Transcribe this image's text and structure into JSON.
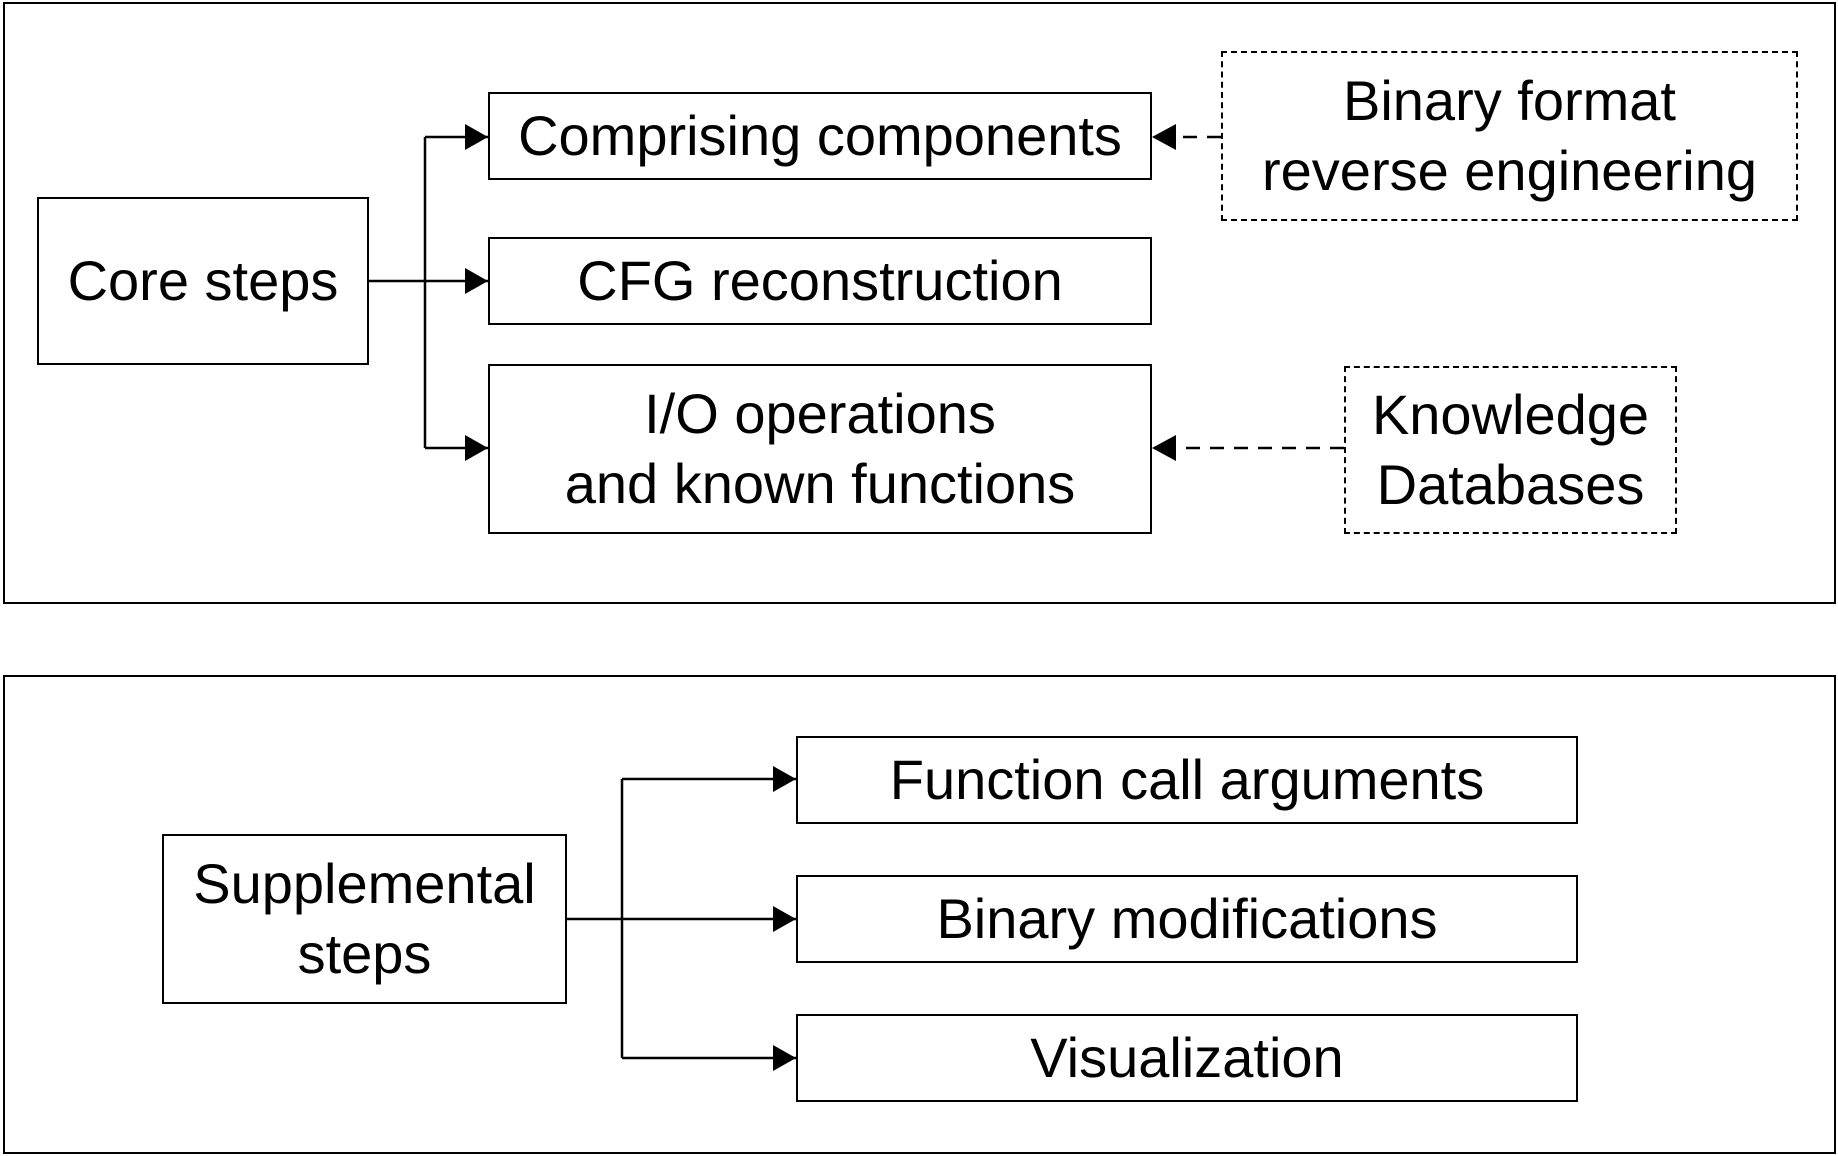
{
  "core_panel": {
    "root": "Core steps",
    "steps": [
      "Comprising components",
      "CFG reconstruction",
      "I/O operations\nand known functions"
    ],
    "sources": [
      {
        "label": "Binary format\nreverse engineering",
        "feeds": "Comprising components"
      },
      {
        "label": "Knowledge\nDatabases",
        "feeds": "I/O operations\nand known functions"
      }
    ]
  },
  "supplemental_panel": {
    "root": "Supplemental\nsteps",
    "steps": [
      "Function call arguments",
      "Binary modifications",
      "Visualization"
    ]
  }
}
